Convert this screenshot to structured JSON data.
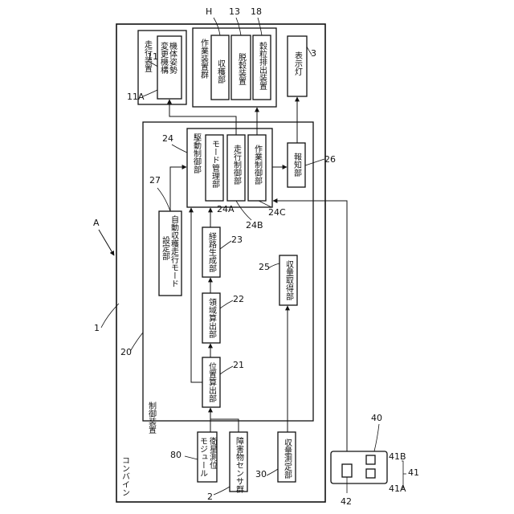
{
  "figure_label": "A",
  "combine": {
    "ref": "1",
    "label": "コンバイン"
  },
  "travel_device": {
    "ref": "11",
    "label": "走行装置"
  },
  "attitude_mechanism": {
    "ref": "11A",
    "label1": "機体姿勢",
    "label2": "変更機構"
  },
  "work_group": {
    "label": "作業装置群"
  },
  "harvester": {
    "ref": "H",
    "label": "収穫部"
  },
  "thresher": {
    "ref": "13",
    "label": "脱穀装置"
  },
  "grain_discharge": {
    "ref": "18",
    "label": "穀粒排出装置"
  },
  "indicator_lamp": {
    "ref": "3",
    "label": "表示灯"
  },
  "control_unit": {
    "ref": "20",
    "label": "制御装置"
  },
  "drive_control": {
    "ref": "24",
    "label": "駆動制御部"
  },
  "mode_manager": {
    "ref": "24A",
    "label": "モード管理部"
  },
  "travel_control": {
    "ref": "24B",
    "label": "走行制御部"
  },
  "work_control": {
    "ref": "24C",
    "label": "作業制御部"
  },
  "notification": {
    "ref": "26",
    "label": "報知部"
  },
  "auto_mode_setter": {
    "ref": "27",
    "label1": "自動収穫走行モード",
    "label2": "設定部"
  },
  "route_generator": {
    "ref": "23",
    "label": "経路生成部"
  },
  "area_calculator": {
    "ref": "22",
    "label": "領域算出部"
  },
  "position_calculator": {
    "ref": "21",
    "label": "位置算出部"
  },
  "yield_acquirer": {
    "ref": "25",
    "label": "収量取得部"
  },
  "gnss_module": {
    "ref": "80",
    "label1": "衛星測位",
    "label2": "モジュール"
  },
  "obstacle_sensors": {
    "ref": "2",
    "label": "障害物センサ群"
  },
  "yield_meter": {
    "ref": "30",
    "label": "収量測定部"
  },
  "terminal": {
    "ref": "40",
    "ref_screen": "42",
    "ref_buttons": "41",
    "ref_button_a": "41A",
    "ref_button_b": "41B"
  }
}
